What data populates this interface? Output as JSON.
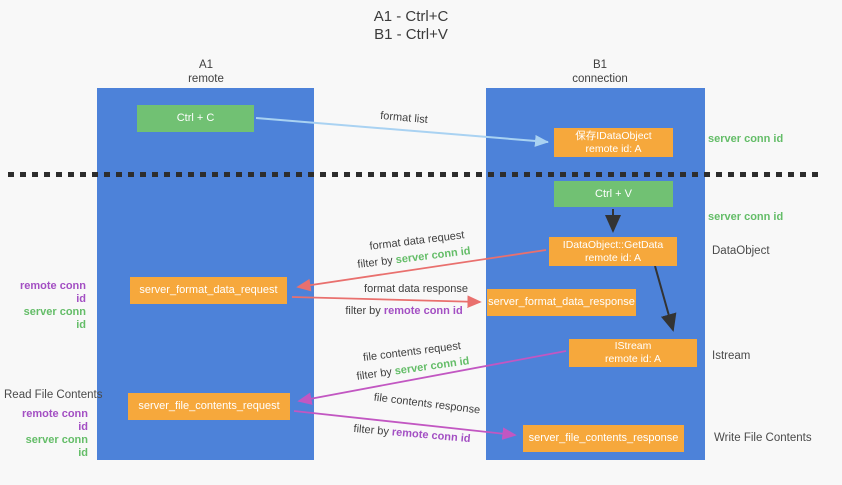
{
  "title": {
    "line1": "A1 - Ctrl+C",
    "line2": "B1 - Ctrl+V"
  },
  "lanes": {
    "left": {
      "id": "A1",
      "role": "remote"
    },
    "right": {
      "id": "B1",
      "role": "connection"
    }
  },
  "nodes": {
    "ctrl_c": {
      "label": "Ctrl + C"
    },
    "save_dataobject": {
      "line1": "保存IDataObject",
      "line2": "remote id: A"
    },
    "ctrl_v": {
      "label": "Ctrl + V"
    },
    "getdata": {
      "line1": "IDataObject::GetData",
      "line2": "remote id: A"
    },
    "format_request": {
      "label": "server_format_data_request"
    },
    "format_response": {
      "label": "server_format_data_response"
    },
    "istream": {
      "line1": "IStream",
      "line2": "remote id: A"
    },
    "file_request": {
      "label": "server_file_contents_request"
    },
    "file_response": {
      "label": "server_file_contents_response"
    }
  },
  "flow_labels": {
    "format_list": "format list",
    "format_data_request": "format data request",
    "format_data_request_filter": {
      "prefix": "filter by ",
      "key": "server conn id"
    },
    "format_data_response": "format data response",
    "format_data_response_filter": {
      "prefix": "filter by ",
      "key": "remote conn id"
    },
    "file_contents_request": "file contents request",
    "file_contents_request_filter": {
      "prefix": "filter by ",
      "key": "server conn id"
    },
    "file_contents_response": "file contents response",
    "file_contents_response_filter": {
      "prefix": "filter by ",
      "key": "remote conn id"
    }
  },
  "side_labels": {
    "right_server_conn_id_top": "server conn id",
    "right_server_conn_id_mid": "server conn id",
    "dataobject": "DataObject",
    "istream": "Istream",
    "write_file_contents": "Write File Contents",
    "read_file_contents": "Read File Contents",
    "left_mid_remote": "remote conn id",
    "left_mid_server": "server conn id",
    "left_bottom_remote": "remote conn id",
    "left_bottom_server": "server conn id"
  },
  "colors": {
    "lane_blue": "#4d82d9",
    "box_green": "#71c173",
    "box_orange": "#f6a83c",
    "arrow_red": "#e9706e",
    "arrow_magenta": "#c257c2",
    "arrow_light_blue": "#a9d2f2",
    "arrow_black": "#333333",
    "text_green": "#64bd68",
    "text_purple": "#a34fc3"
  }
}
